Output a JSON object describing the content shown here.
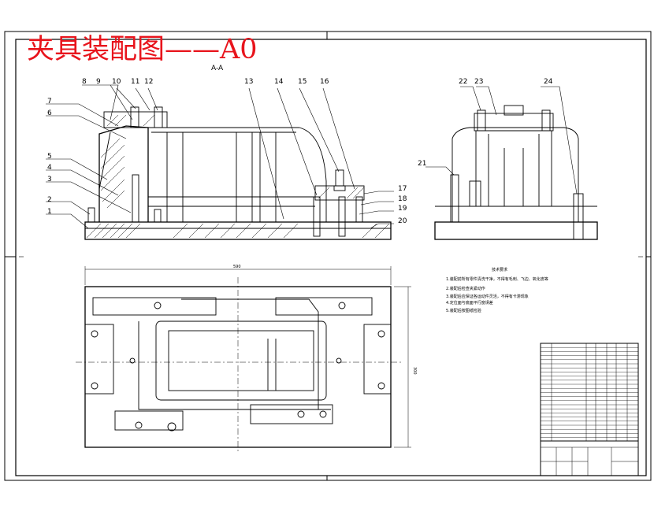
{
  "title": "夹具装配图——A0",
  "colors": {
    "title": "#e8141c",
    "line": "#000000",
    "paper": "#ffffff"
  },
  "section_label": "A-A",
  "part_numbers_front": [
    "1",
    "2",
    "3",
    "4",
    "5",
    "6",
    "7",
    "8",
    "9",
    "10",
    "11",
    "12",
    "13",
    "14",
    "15",
    "16",
    "17",
    "18",
    "19",
    "20"
  ],
  "part_numbers_side": [
    "21",
    "22",
    "23",
    "24"
  ],
  "dims": {
    "plan_width": "590",
    "plan_height": "300"
  },
  "notes_heading": "技术要求",
  "notes_lines": [
    "1.装配前所有零件清洗干净，不得有毛刺、飞边、氧化皮等",
    "2.装配后检查夹紧动作",
    "3.装配后应保证各运动件灵活，不得有卡滞现象",
    "4.定位面与底面平行度误差",
    "5.装配后按图纸检验"
  ]
}
